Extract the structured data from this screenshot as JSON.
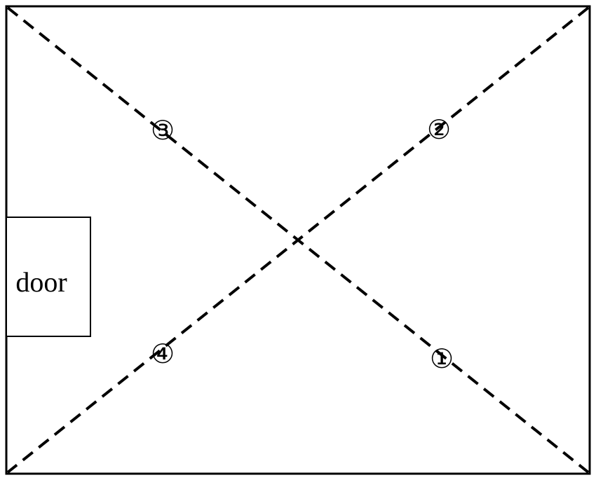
{
  "door": {
    "label": "door"
  },
  "markers": [
    {
      "id": "marker-1",
      "label": "①"
    },
    {
      "id": "marker-2",
      "label": "②"
    },
    {
      "id": "marker-3",
      "label": "③"
    },
    {
      "id": "marker-4",
      "label": "④"
    }
  ],
  "colors": {
    "lines": "#000000",
    "background": "#ffffff"
  }
}
